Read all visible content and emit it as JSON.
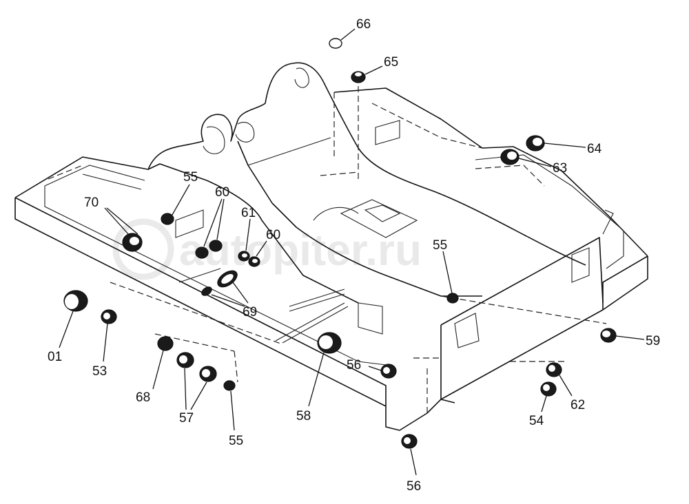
{
  "watermark": "autopiter.ru",
  "callouts": [
    {
      "id": "c66",
      "text": "66"
    },
    {
      "id": "c65",
      "text": "65"
    },
    {
      "id": "c64",
      "text": "64"
    },
    {
      "id": "c63",
      "text": "63"
    },
    {
      "id": "c55a",
      "text": "55"
    },
    {
      "id": "c70",
      "text": "70"
    },
    {
      "id": "c60a",
      "text": "60"
    },
    {
      "id": "c61",
      "text": "61"
    },
    {
      "id": "c60b",
      "text": "60"
    },
    {
      "id": "c55b",
      "text": "55"
    },
    {
      "id": "c69",
      "text": "69"
    },
    {
      "id": "c59",
      "text": "59"
    },
    {
      "id": "c01",
      "text": "01"
    },
    {
      "id": "c53",
      "text": "53"
    },
    {
      "id": "c68",
      "text": "68"
    },
    {
      "id": "c57",
      "text": "57"
    },
    {
      "id": "c55c",
      "text": "55"
    },
    {
      "id": "c58",
      "text": "58"
    },
    {
      "id": "c56a",
      "text": "56"
    },
    {
      "id": "c62",
      "text": "62"
    },
    {
      "id": "c54",
      "text": "54"
    },
    {
      "id": "c56b",
      "text": "56"
    }
  ]
}
